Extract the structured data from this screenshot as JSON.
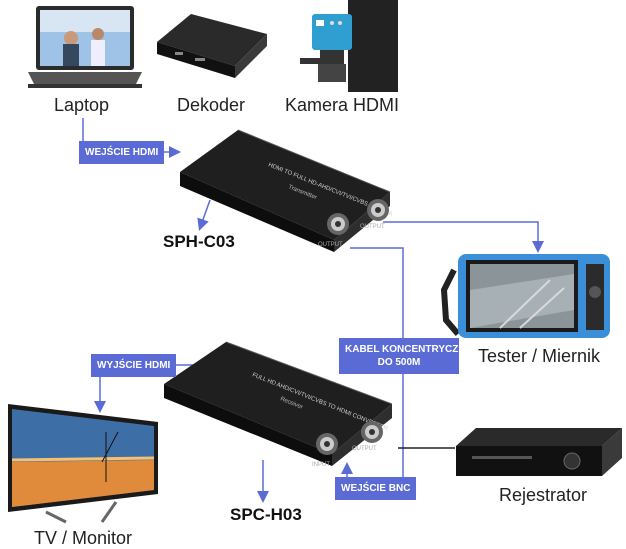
{
  "devices": {
    "laptop": {
      "label": "Laptop",
      "icon": "laptop-icon"
    },
    "decoder": {
      "label": "Dekoder",
      "icon": "decoder-box-icon"
    },
    "camera": {
      "label": "Kamera HDMI",
      "icon": "camera-icon"
    },
    "tester": {
      "label": "Tester / Miernik",
      "icon": "tester-icon"
    },
    "tv": {
      "label": "TV / Monitor",
      "icon": "tv-icon"
    },
    "recorder": {
      "label": "Rejestrator",
      "icon": "dvr-icon"
    }
  },
  "transmitter": {
    "code": "SPH-C03",
    "top_text": "HDMI TO FULL HD-AHD/CVI/TVI/CVBS CONVERTER",
    "side_text": "Transmitter",
    "port_labels": [
      "OUTPUT",
      "OUTPUT"
    ]
  },
  "receiver": {
    "code": "SPC-H03",
    "top_text": "FULL HD AHD/CVI/TVI/CVBS TO HDMI CONVERTER",
    "side_text": "Receiver",
    "port_labels": [
      "INPUT",
      "OUTPUT"
    ]
  },
  "tags": {
    "hdmi_in": "WEJŚCIE HDMI",
    "hdmi_out": "WYJŚCIE HDMI",
    "coax_line1": "KABEL KONCENTRYCZNY",
    "coax_line2": "DO 500M",
    "bnc_in": "WEJŚCIE BNC"
  },
  "colors": {
    "accent": "#5b6bd6",
    "device_dark": "#1c1c1c",
    "tester_blue": "#3a8fd8"
  }
}
